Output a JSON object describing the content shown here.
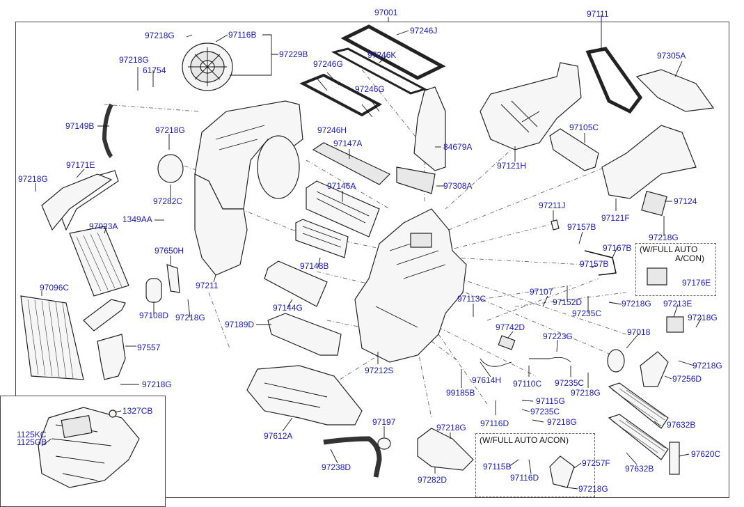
{
  "diagram": {
    "labels": {
      "p97001": "97001",
      "p97246J": "97246J",
      "p97111": "97111",
      "p97305A": "97305A",
      "p97218G_a": "97218G",
      "p97116B": "97116B",
      "p97229B": "97229B",
      "p97246K": "97246K",
      "p97218G_b": "97218G",
      "p61754": "61754",
      "p97246G_a": "97246G",
      "p97246G_b": "97246G",
      "p97149B": "97149B",
      "p97246H": "97246H",
      "p84679A": "84679A",
      "p97121H": "97121H",
      "p97105C": "97105C",
      "p97218G_c": "97218G",
      "p97147A": "97147A",
      "p97171E": "97171E",
      "p97218G_d": "97218G",
      "p97146A": "97146A",
      "p97308A": "97308A",
      "p97282C": "97282C",
      "p97124": "97124",
      "p97211J": "97211J",
      "p97121F": "97121F",
      "p1349AA": "1349AA",
      "p97023A": "97023A",
      "p97157B_a": "97157B",
      "p97218G_e": "97218G",
      "p97167B": "97167B",
      "p97650H": "97650H",
      "p97148B": "97148B",
      "p97157B_b": "97157B",
      "p97176E": "97176E",
      "p97211": "97211",
      "p97107": "97107",
      "p97096C": "97096C",
      "p97152D": "97152D",
      "p97218G_f": "97218G",
      "p97213E": "97213E",
      "p97113C": "97113C",
      "p97144G": "97144G",
      "p97108D": "97108D",
      "p97218G_g": "97218G",
      "p97235C_a": "97235C",
      "p97218G_h": "97218G",
      "p97189D": "97189D",
      "p97742D": "97742D",
      "p97018": "97018",
      "p97557": "97557",
      "p97223G": "97223G",
      "p97218G_i": "97218G",
      "p97212S": "97212S",
      "p97614H": "97614H",
      "p97110C": "97110C",
      "p97235C_b": "97235C",
      "p97256D": "97256D",
      "p97218G_j": "97218G",
      "p99185B": "99185B",
      "p97218G_k": "97218G",
      "p97115G": "97115G",
      "p1327CB": "1327CB",
      "p97116D_a": "97116D",
      "p97235C_c": "97235C",
      "p97218G_l": "97218G",
      "p97632B_a": "97632B",
      "p1125KC": "1125KC",
      "p1125GB": "1125GB",
      "p97612A": "97612A",
      "p97197": "97197",
      "p97218G_m": "97218G",
      "p97620C": "97620C",
      "p97238D": "97238D",
      "p97282D": "97282D",
      "p97115B": "97115B",
      "p97257F": "97257F",
      "p97116D_b": "97116D",
      "p97632B_b": "97632B",
      "p97218G_n": "97218G"
    },
    "notes": {
      "full_auto_1_line1": "(W/FULL AUTO",
      "full_auto_1_line2": "A/CON)",
      "full_auto_2": "(W/FULL AUTO A/CON)"
    },
    "colors": {
      "label": "#1a1ab8",
      "line": "#222222",
      "frame": "#444444"
    }
  }
}
